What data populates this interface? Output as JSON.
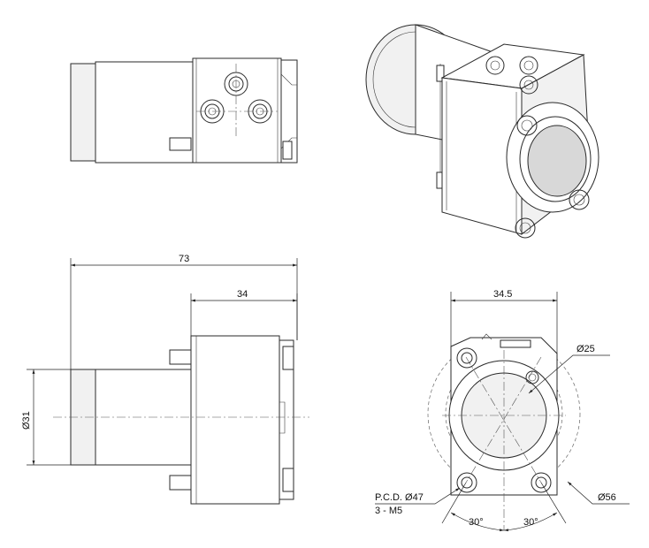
{
  "dimensions": {
    "overall_length": "73",
    "block_length": "34",
    "width": "34.5",
    "diameter_31": "Ø31",
    "diameter_25": "Ø25",
    "diameter_56": "Ø56",
    "pcd": "P.C.D. Ø47",
    "screws": "3 - M5",
    "angle_left": "30°",
    "angle_right": "30°"
  }
}
